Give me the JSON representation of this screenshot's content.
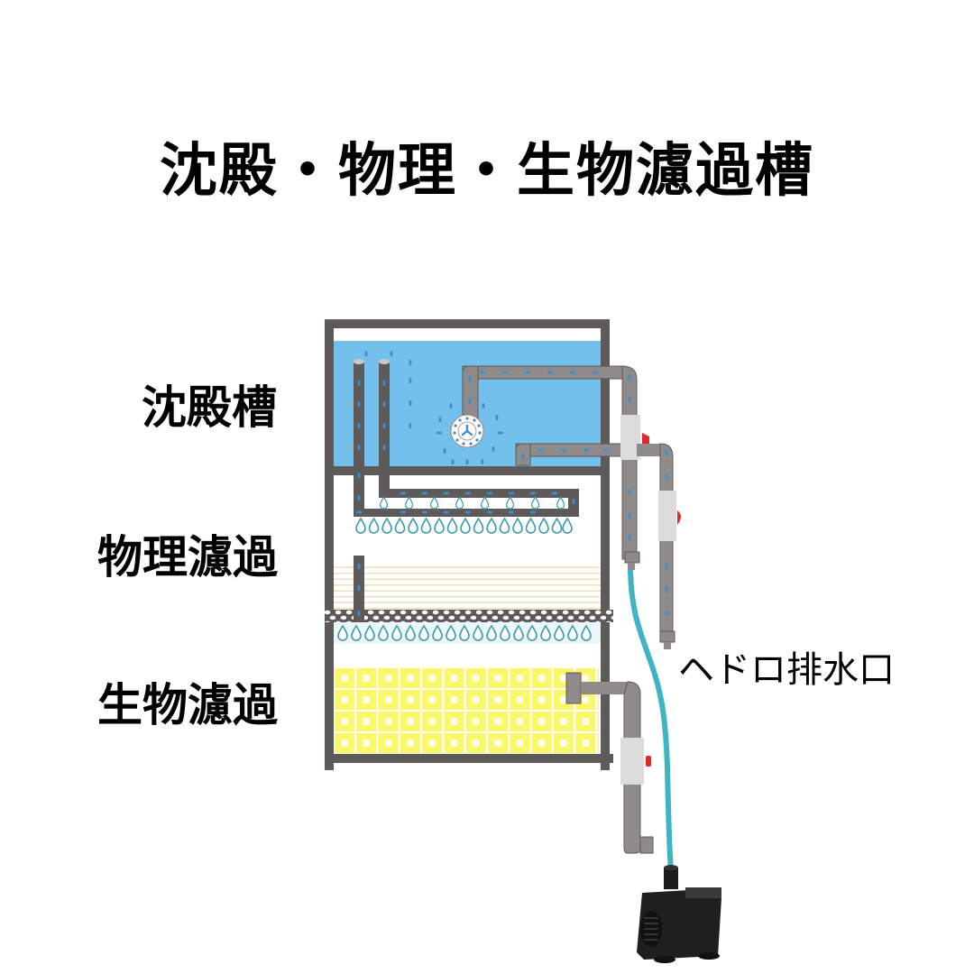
{
  "title": "沈殿・物理・生物濾過槽",
  "sections": [
    {
      "id": "sedimentation",
      "label": "沈殿槽"
    },
    {
      "id": "physical",
      "label": "物理濾過"
    },
    {
      "id": "biological",
      "label": "生物濾過"
    }
  ],
  "drain_label": "ヘドロ排水口",
  "colors": {
    "tank_wall": "#5f5a5a",
    "water": "#73c0ec",
    "pipe": "#8f8b8b",
    "valve_body": "#dcdcdc",
    "valve_handle": "#e02a2a",
    "hose": "#3fb4c4",
    "bio_media": "#fbf76a",
    "filter_floss": "#f5f3dc",
    "droplet": "#3d9bb0",
    "pump": "#1c1c1c"
  }
}
